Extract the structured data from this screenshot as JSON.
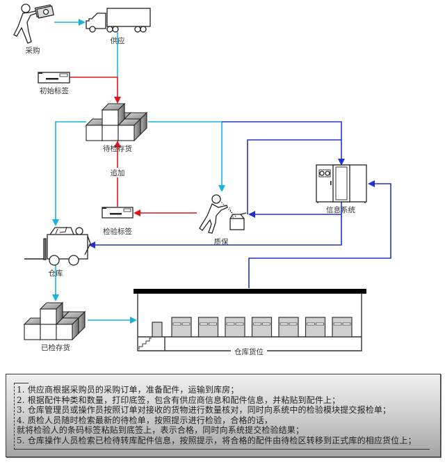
{
  "diagram": {
    "nodes": {
      "purchase": "采购",
      "supply": "供应",
      "initial_label": "初始标签",
      "pending_stock": "待检存货",
      "append": "追加",
      "inspection_label": "检验标签",
      "quality_assurance": "质保",
      "info_system": "信息系统",
      "warehouse": "仓库",
      "checked_stock": "已检存货",
      "warehouse_location": "仓库货位"
    },
    "colors": {
      "material_flow": "#17b2e3",
      "label_flow": "#e3141c",
      "info_flow": "#2233cc"
    }
  },
  "notes": {
    "lines": [
      "1. 供应商根据采购员的采购订单，准备配件，运输到库房；",
      "2. 根据配件种类和数量，打印底签，包含有供应商信息和配件信息，并粘贴到配件上；",
      "3. 仓库管理员或操作员按照订单对接收的货物进行数量核对，同时向系统中的检验模块提交报检单；",
      "4. 质检人员随时检索最新的待检单，按照提示进行检验，合格的话，",
      "就将检验人的条码标签粘贴到底签上，表示合格，同时向系统提交检验结果；",
      "5. 仓库操作人员检索已检待转库配件信息，按照提示，将合格的配件由待检区转移到正式库的相应货位上；"
    ]
  }
}
